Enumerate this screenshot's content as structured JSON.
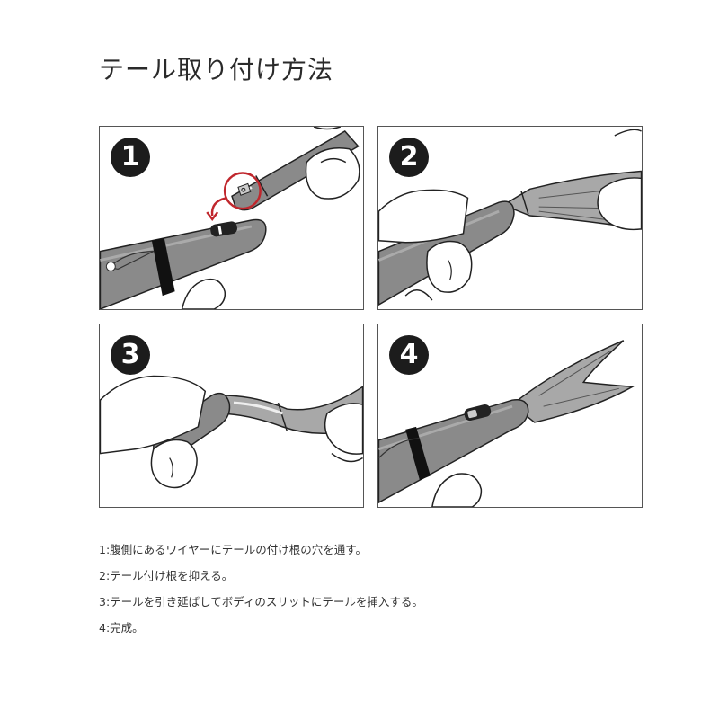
{
  "title": "テール取り付け方法",
  "panels": [
    {
      "number": "1"
    },
    {
      "number": "2"
    },
    {
      "number": "3"
    },
    {
      "number": "4"
    }
  ],
  "steps": [
    "1:腹側にあるワイヤーにテールの付け根の穴を通す。",
    "2:テール付け根を抑える。",
    "3:テールを引き延ばしてボディのスリットにテールを挿入する。",
    "4:完成。"
  ],
  "colors": {
    "lure_body": "#8a8a8a",
    "lure_dark": "#6e6e6e",
    "band": "#111111",
    "highlight_circle": "#c0272d",
    "badge": "#1c1c1c"
  }
}
